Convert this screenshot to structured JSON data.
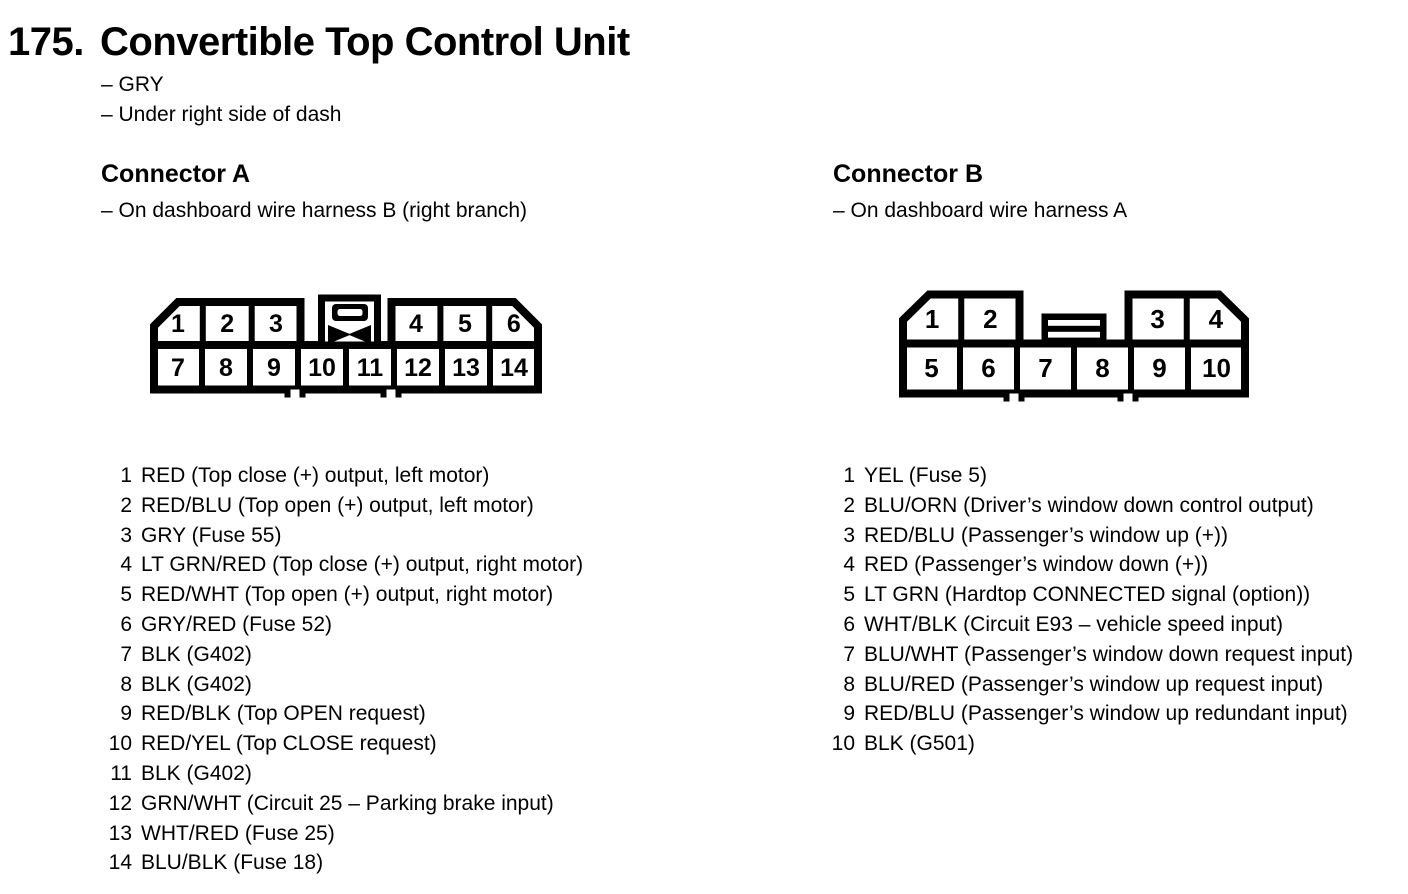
{
  "page": {
    "number": "175.",
    "title": "Convertible Top Control Unit",
    "notes": [
      "– GRY",
      "– Under right side of dash"
    ]
  },
  "colors": {
    "ink": "#000000",
    "paper": "#ffffff"
  },
  "connector_a": {
    "heading": "Connector A",
    "note": "– On dashboard wire harness B (right branch)",
    "diagram": {
      "top_left_cells": [
        "1",
        "2",
        "3"
      ],
      "top_right_cells": [
        "4",
        "5",
        "6"
      ],
      "bottom_cells": [
        "7",
        "8",
        "9",
        "10",
        "11",
        "12",
        "13",
        "14"
      ]
    },
    "pins": [
      {
        "num": "1",
        "label": "RED (Top close (+) output, left motor)"
      },
      {
        "num": "2",
        "label": "RED/BLU (Top open (+) output, left motor)"
      },
      {
        "num": "3",
        "label": "GRY (Fuse 55)"
      },
      {
        "num": "4",
        "label": "LT GRN/RED (Top close (+) output, right motor)"
      },
      {
        "num": "5",
        "label": "RED/WHT (Top open (+) output, right motor)"
      },
      {
        "num": "6",
        "label": "GRY/RED (Fuse 52)"
      },
      {
        "num": "7",
        "label": "BLK (G402)"
      },
      {
        "num": "8",
        "label": "BLK (G402)"
      },
      {
        "num": "9",
        "label": "RED/BLK (Top OPEN request)"
      },
      {
        "num": "10",
        "label": "RED/YEL (Top CLOSE request)"
      },
      {
        "num": "11",
        "label": "BLK (G402)"
      },
      {
        "num": "12",
        "label": "GRN/WHT (Circuit 25 – Parking brake input)"
      },
      {
        "num": "13",
        "label": "WHT/RED (Fuse 25)"
      },
      {
        "num": "14",
        "label": "BLU/BLK (Fuse 18)"
      }
    ]
  },
  "connector_b": {
    "heading": "Connector B",
    "note": "– On dashboard wire harness A",
    "diagram": {
      "top_left_cells": [
        "1",
        "2"
      ],
      "top_right_cells": [
        "3",
        "4"
      ],
      "bottom_cells": [
        "5",
        "6",
        "7",
        "8",
        "9",
        "10"
      ]
    },
    "pins": [
      {
        "num": "1",
        "label": "YEL (Fuse 5)"
      },
      {
        "num": "2",
        "label": "BLU/ORN (Driver’s window down control output)"
      },
      {
        "num": "3",
        "label": "RED/BLU (Passenger’s window up (+))"
      },
      {
        "num": "4",
        "label": "RED (Passenger’s window down (+))"
      },
      {
        "num": "5",
        "label": "LT GRN (Hardtop CONNECTED signal (option))"
      },
      {
        "num": "6",
        "label": "WHT/BLK (Circuit E93 – vehicle speed input)"
      },
      {
        "num": "7",
        "label": "BLU/WHT (Passenger’s window down request input)"
      },
      {
        "num": "8",
        "label": "BLU/RED (Passenger’s window up request input)"
      },
      {
        "num": "9",
        "label": "RED/BLU (Passenger’s window up redundant input)"
      },
      {
        "num": "10",
        "label": "BLK (G501)"
      }
    ]
  }
}
